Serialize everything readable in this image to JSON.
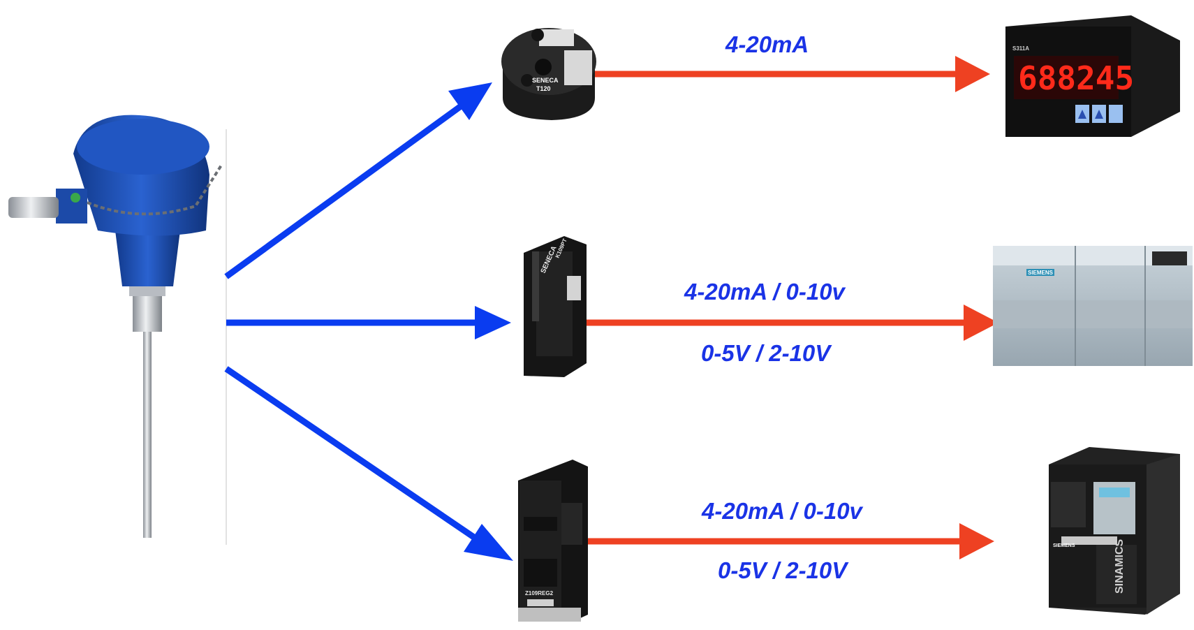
{
  "colors": {
    "input_arrow": "#0a3cf0",
    "output_arrow": "#ee4122",
    "label_text": "#1a33e6",
    "sensor_blue": "#1f4fb8"
  },
  "labels": {
    "row1": {
      "signal": "4-20mA"
    },
    "row2": {
      "signal": "4-20mA / 0-10v",
      "signal_alt": "0-5V / 2-10V"
    },
    "row3": {
      "signal": "4-20mA / 0-10v",
      "signal_alt": "0-5V / 2-10V"
    }
  },
  "devices": {
    "head_transmitter": {
      "brand": "SENECA",
      "model": "T120"
    },
    "display_meter": {
      "reading": "688245",
      "model": "S311A"
    },
    "din_isolator": {
      "brand": "SENECA",
      "model": "K109PT"
    },
    "din_converter": {
      "model": "Z109REG2"
    },
    "plc": {
      "brand": "SIEMENS"
    },
    "drive": {
      "brand": "SIEMENS",
      "series": "SINAMICS"
    }
  }
}
